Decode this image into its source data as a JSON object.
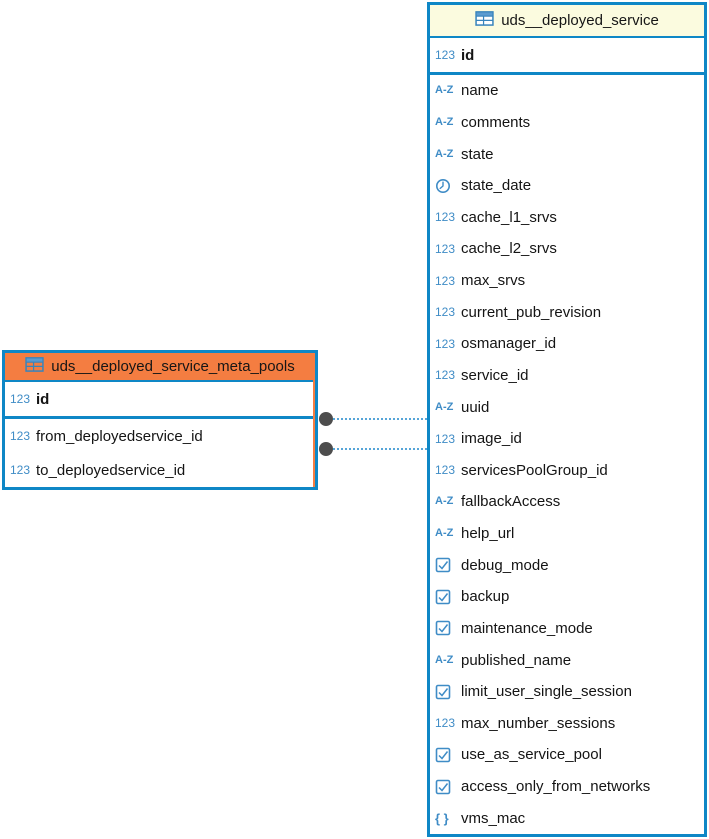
{
  "diagram": {
    "kind": "database-er-diagram",
    "palette": {
      "table_border": "#0e87c6",
      "header_yellow": "#fbfbdf",
      "header_orange": "#f47d41",
      "type_icon_blue": "#3f8cc6",
      "relation_line": "#56a5d8",
      "relation_endpoint": "#4d4d4d",
      "text": "#141414"
    }
  },
  "type_icons": {
    "num": "123",
    "str": "A-Z",
    "json": "{ }",
    "date": "clock-icon",
    "bool": "checkbox-icon",
    "table": "table-grid-icon"
  },
  "tables": [
    {
      "title": "uds__deployed_service_meta_pools",
      "primary_key": {
        "name": "id",
        "type": "num"
      },
      "columns": [
        {
          "name": "from_deployedservice_id",
          "type": "num"
        },
        {
          "name": "to_deployedservice_id",
          "type": "num"
        }
      ]
    },
    {
      "title": "uds__deployed_service",
      "primary_key": {
        "name": "id",
        "type": "num"
      },
      "columns": [
        {
          "name": "name",
          "type": "str"
        },
        {
          "name": "comments",
          "type": "str"
        },
        {
          "name": "state",
          "type": "str"
        },
        {
          "name": "state_date",
          "type": "date"
        },
        {
          "name": "cache_l1_srvs",
          "type": "num"
        },
        {
          "name": "cache_l2_srvs",
          "type": "num"
        },
        {
          "name": "max_srvs",
          "type": "num"
        },
        {
          "name": "current_pub_revision",
          "type": "num"
        },
        {
          "name": "osmanager_id",
          "type": "num"
        },
        {
          "name": "service_id",
          "type": "num"
        },
        {
          "name": "uuid",
          "type": "str"
        },
        {
          "name": "image_id",
          "type": "num"
        },
        {
          "name": "servicesPoolGroup_id",
          "type": "num"
        },
        {
          "name": "fallbackAccess",
          "type": "str"
        },
        {
          "name": "help_url",
          "type": "str"
        },
        {
          "name": "debug_mode",
          "type": "bool"
        },
        {
          "name": "backup",
          "type": "bool"
        },
        {
          "name": "maintenance_mode",
          "type": "bool"
        },
        {
          "name": "published_name",
          "type": "str"
        },
        {
          "name": "limit_user_single_session",
          "type": "bool"
        },
        {
          "name": "max_number_sessions",
          "type": "num"
        },
        {
          "name": "use_as_service_pool",
          "type": "bool"
        },
        {
          "name": "access_only_from_networks",
          "type": "bool"
        },
        {
          "name": "vms_mac",
          "type": "json"
        }
      ]
    }
  ],
  "relations": [
    {
      "from_table": "uds__deployed_service_meta_pools",
      "to_table": "uds__deployed_service"
    },
    {
      "from_table": "uds__deployed_service_meta_pools",
      "to_table": "uds__deployed_service"
    }
  ]
}
